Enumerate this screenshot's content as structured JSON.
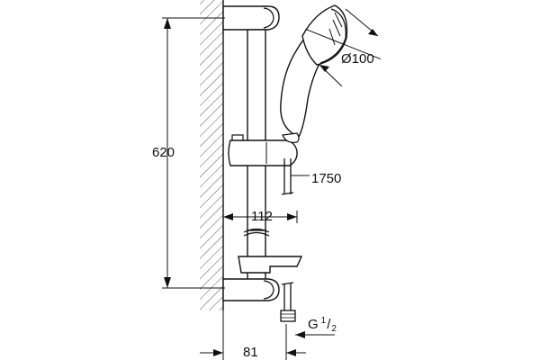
{
  "dimensions": {
    "rail_length": "620",
    "hose_length": "1750",
    "projection": "112",
    "head_diameter": "Ø100",
    "wall_offset": "81",
    "connection_thread": {
      "prefix": "G",
      "numerator": "1",
      "denominator": "2"
    }
  }
}
